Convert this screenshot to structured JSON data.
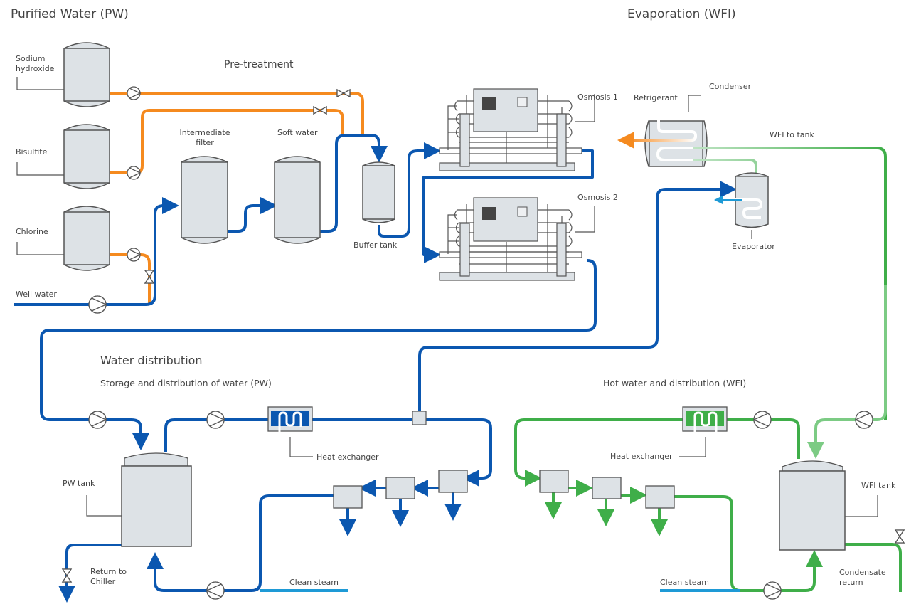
{
  "sections": {
    "purified_water": "Purified Water (PW)",
    "evaporation": "Evaporation (WFI)",
    "pretreatment": "Pre-treatment",
    "water_distribution": "Water distribution",
    "pw_storage": "Storage and distribution of water (PW)",
    "wfi_hot": "Hot water and distribution (WFI)"
  },
  "labels": {
    "sodium_1": "Sodium",
    "sodium_2": "hydroxide",
    "bisulfite": "Bisulfite",
    "chlorine": "Chlorine",
    "well_water": "Well water",
    "intermediate_1": "Intermediate",
    "intermediate_2": "filter",
    "soft_water": "Soft water",
    "buffer_tank": "Buffer tank",
    "osmosis1": "Osmosis 1",
    "osmosis2": "Osmosis 2",
    "refrigerant": "Refrigerant",
    "condenser": "Condenser",
    "wfi_to_tank": "WFI to tank",
    "evaporator": "Evaporator",
    "heat_exchanger_pw": "Heat exchanger",
    "heat_exchanger_wfi": "Heat exchanger",
    "pw_tank": "PW tank",
    "return_1": "Return to",
    "return_2": "Chiller",
    "clean_steam_pw": "Clean steam",
    "clean_steam_wfi": "Clean steam",
    "wfi_tank": "WFI tank",
    "condensate_1": "Condensate",
    "condensate_2": "return"
  },
  "colors": {
    "pw_pipe": "#0b57b0",
    "chemical_pipe": "#f58a1f",
    "wfi_pipe": "#3fae49",
    "steam_pipe": "#1e9ad6",
    "equipment_fill": "#dde2e6",
    "outline": "#555555"
  }
}
